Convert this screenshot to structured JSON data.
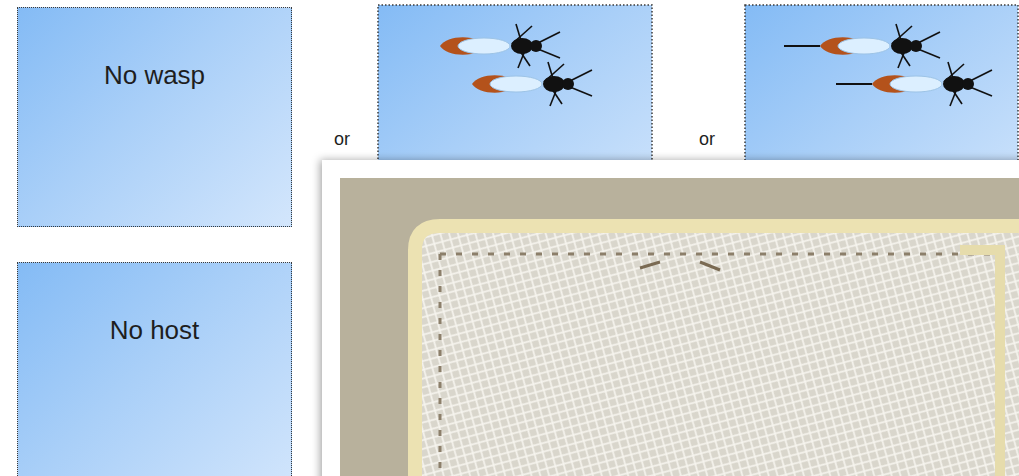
{
  "diagram": {
    "nodes": [
      {
        "text": [
          "No wasp"
        ]
      },
      {
        "text": [
          "No host"
        ]
      }
    ],
    "labels": [
      "or",
      "or"
    ]
  }
}
